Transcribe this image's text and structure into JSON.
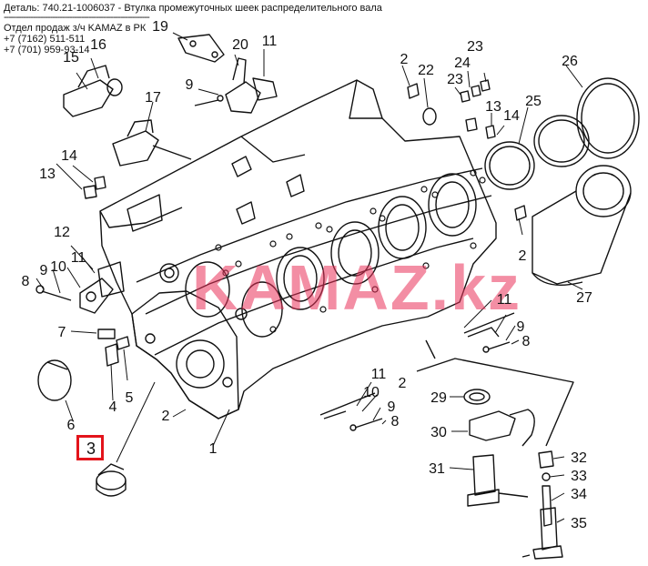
{
  "header": {
    "title": "Деталь: 740.21-1006037 - Втулка промежуточных шеек распределительного вала",
    "separator": "------------------------------------------------------------",
    "dept": "Отдел продаж з/ч KAMAZ в РК",
    "phone1": "+7 (7162) 511-511",
    "phone2": "+7 (701) 959-93-14"
  },
  "watermark": "KAMAZ.kz",
  "colors": {
    "ink": "#111111",
    "watermark": "#e9325a",
    "highlight": "#e3141b"
  },
  "parts": [
    {
      "label": "1"
    },
    {
      "label": "2"
    },
    {
      "label": "2"
    },
    {
      "label": "2"
    },
    {
      "label": "2"
    },
    {
      "label": "3"
    },
    {
      "label": "4"
    },
    {
      "label": "5"
    },
    {
      "label": "6"
    },
    {
      "label": "7"
    },
    {
      "label": "8"
    },
    {
      "label": "8"
    },
    {
      "label": "8"
    },
    {
      "label": "9"
    },
    {
      "label": "9"
    },
    {
      "label": "9"
    },
    {
      "label": "9"
    },
    {
      "label": "10"
    },
    {
      "label": "10"
    },
    {
      "label": "11"
    },
    {
      "label": "11"
    },
    {
      "label": "11"
    },
    {
      "label": "11"
    },
    {
      "label": "12"
    },
    {
      "label": "13"
    },
    {
      "label": "13"
    },
    {
      "label": "14"
    },
    {
      "label": "14"
    },
    {
      "label": "15"
    },
    {
      "label": "16"
    },
    {
      "label": "17"
    },
    {
      "label": "19"
    },
    {
      "label": "20"
    },
    {
      "label": "22"
    },
    {
      "label": "23"
    },
    {
      "label": "23"
    },
    {
      "label": "24"
    },
    {
      "label": "25"
    },
    {
      "label": "26"
    },
    {
      "label": "27"
    },
    {
      "label": "29"
    },
    {
      "label": "30"
    },
    {
      "label": "31"
    },
    {
      "label": "32"
    },
    {
      "label": "33"
    },
    {
      "label": "34"
    },
    {
      "label": "35"
    }
  ],
  "highlighted_part": "3"
}
